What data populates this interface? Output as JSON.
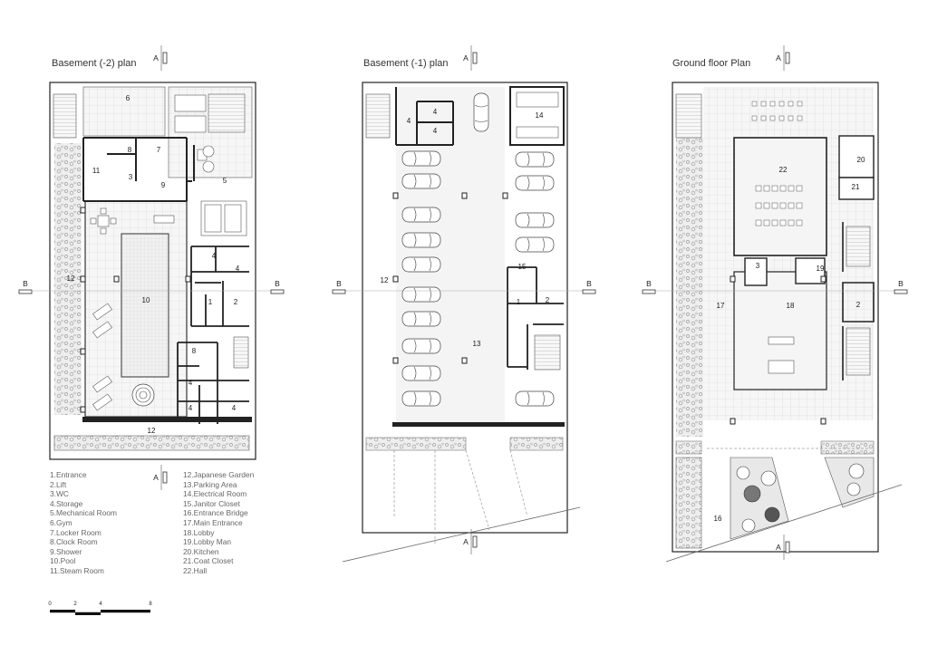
{
  "plans": [
    {
      "title": "Basement (-2) plan"
    },
    {
      "title": "Basement (-1) plan"
    },
    {
      "title": "Ground floor Plan"
    }
  ],
  "section_markers": {
    "a": "A",
    "b": "B"
  },
  "room_labels": {
    "b2": [
      "6",
      "7",
      "8",
      "11",
      "3",
      "9",
      "5",
      "12",
      "10",
      "4",
      "4",
      "1",
      "2",
      "8",
      "4",
      "4",
      "4",
      "12"
    ],
    "b1": [
      "4",
      "4",
      "4",
      "14",
      "12",
      "15",
      "1",
      "2",
      "13"
    ],
    "gf": [
      "22",
      "20",
      "21",
      "3",
      "19",
      "17",
      "18",
      "2",
      "16"
    ]
  },
  "legend": {
    "col1": [
      "1.Entrance",
      "2.Lift",
      "3.WC",
      "4.Storage",
      "5.Mechanical Room",
      "6.Gym",
      "7.Locker Room",
      "8.Clock Room",
      "9.Shower",
      "10.Pool",
      "11.Steam Room"
    ],
    "col2": [
      "12.Japanese Garden",
      "13.Parking Area",
      "14.Electrical Room",
      "15.Janitor Closet",
      "16.Entrance Bridge",
      "17.Main Entrance",
      "18.Lobby",
      "19.Lobby Man",
      "20.Kitchen",
      "21.Coat Closet",
      "22.Hall"
    ]
  },
  "scale_bar": {
    "ticks": [
      "0",
      "2",
      "4",
      "8"
    ]
  }
}
